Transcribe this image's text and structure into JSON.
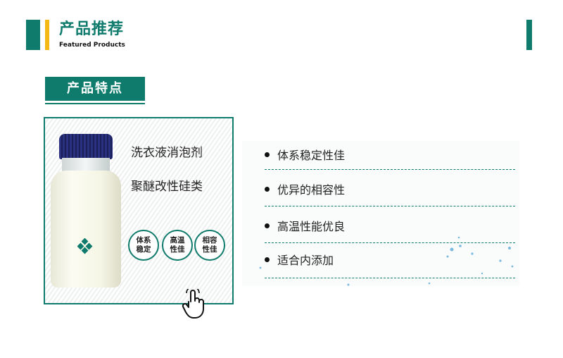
{
  "header": {
    "title": "产品推荐",
    "subtitle": "Featured Products"
  },
  "section": {
    "tag_label": "产品特点"
  },
  "product": {
    "title_line1": "洗衣液消泡剂",
    "title_line2": "聚醚改性硅类",
    "badges": [
      {
        "line1": "体系",
        "line2": "稳定"
      },
      {
        "line1": "高温",
        "line2": "性佳"
      },
      {
        "line1": "相容",
        "line2": "性佳"
      }
    ]
  },
  "features": [
    "体系稳定性佳",
    "优异的相容性",
    "高温性能优良",
    "适合内添加"
  ],
  "colors": {
    "brand_green": "#0f7b6c",
    "accent_yellow": "#f4b915",
    "cap_blue": "#22286e"
  },
  "icons": {
    "pointer": "hand-pointer-icon",
    "logo": "diamond-logo"
  }
}
